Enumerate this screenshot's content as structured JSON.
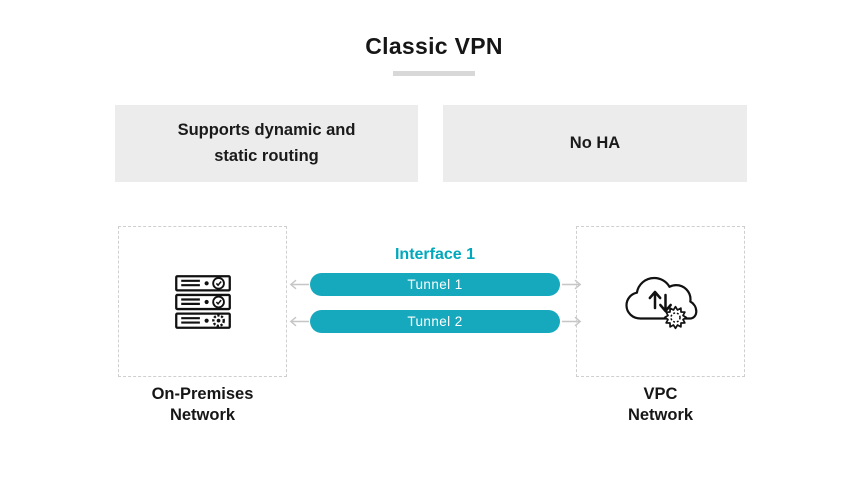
{
  "title": "Classic VPN",
  "features": [
    {
      "label": "Supports dynamic and\nstatic routing"
    },
    {
      "label": "No HA"
    }
  ],
  "diagram": {
    "interface_label": "Interface 1",
    "tunnels": [
      {
        "label": "Tunnel 1"
      },
      {
        "label": "Tunnel 2"
      }
    ],
    "left_node_label": "On-Premises\nNetwork",
    "right_node_label": "VPC\nNetwork",
    "left_node_icon": "server-stack-icon",
    "right_node_icon": "cloud-sync-gear-icon",
    "arrows": "bidirectional"
  },
  "colors": {
    "tunnel_teal": "#16a9bd",
    "interface_text_teal": "#00a8bc",
    "feature_box_bg": "#ececec",
    "title_underline": "#d8d8d8",
    "dashed_border": "#cfcfcf",
    "arrow_gray": "#c6c6c6",
    "text": "#161616"
  }
}
